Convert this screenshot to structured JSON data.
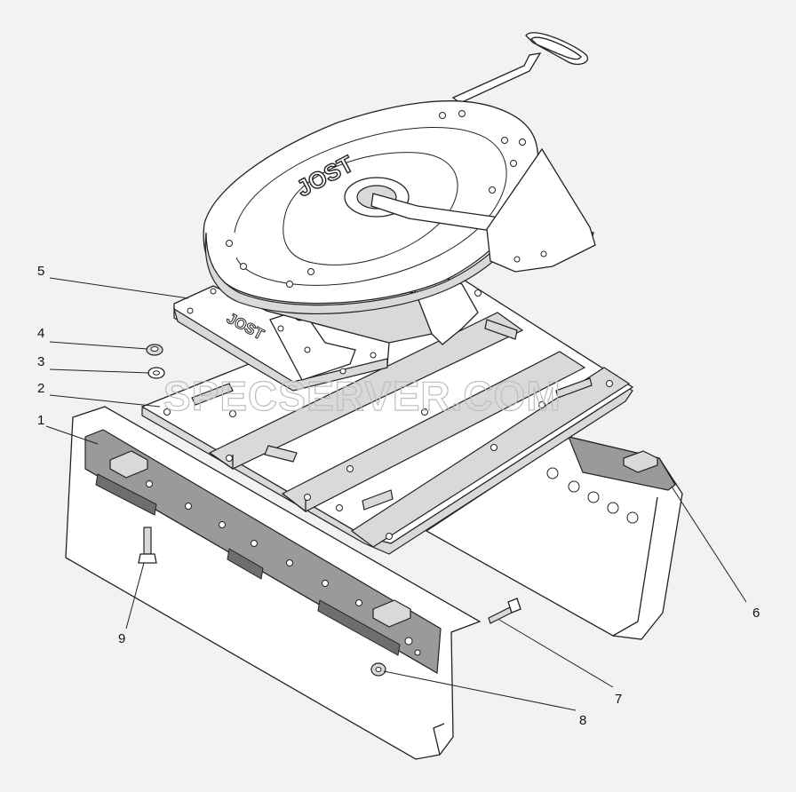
{
  "watermark": "SPECSERVER.COM",
  "brand": {
    "top": "JOST",
    "side": "JOST"
  },
  "callouts": [
    {
      "id": "5",
      "label": "5"
    },
    {
      "id": "4",
      "label": "4"
    },
    {
      "id": "3",
      "label": "3"
    },
    {
      "id": "2",
      "label": "2"
    },
    {
      "id": "1",
      "label": "1"
    },
    {
      "id": "9",
      "label": "9"
    },
    {
      "id": "7",
      "label": "7"
    },
    {
      "id": "8",
      "label": "8"
    },
    {
      "id": "6",
      "label": "6"
    }
  ]
}
